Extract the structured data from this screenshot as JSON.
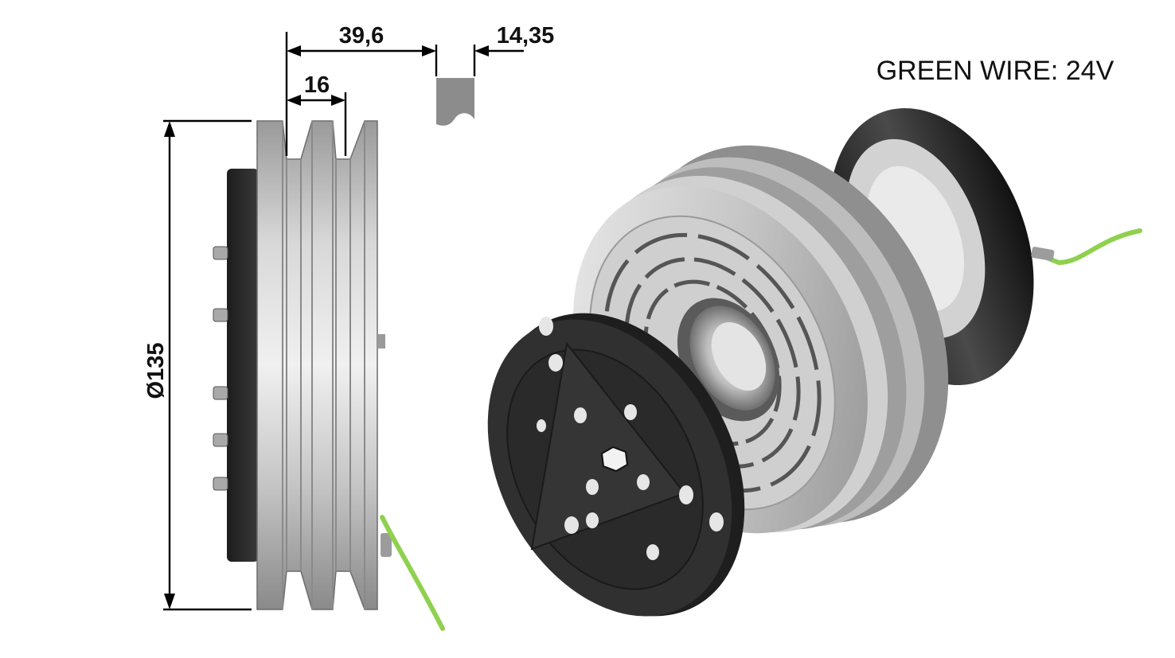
{
  "dimensions": {
    "overall_width": "39,6",
    "groove_pitch": "16",
    "groove_profile": "14,35",
    "diameter": "Ø135"
  },
  "note": {
    "wire_label": "GREEN WIRE: 24V"
  },
  "colors": {
    "wire": "#8fd14f",
    "hub": "#2d2d2d",
    "pulley": "#b8b8b8",
    "profile": "#8c8c8c"
  }
}
